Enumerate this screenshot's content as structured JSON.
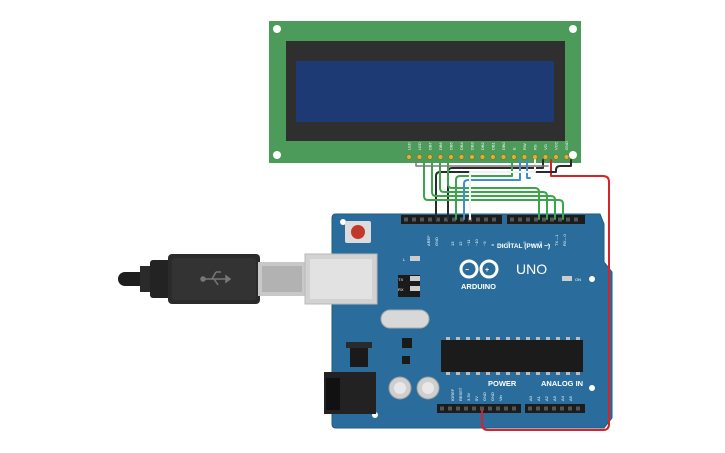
{
  "lcd": {
    "pin_labels": [
      "LED",
      "LED",
      "DB7",
      "DB6",
      "DB5",
      "DB4",
      "DB3",
      "DB2",
      "DB1",
      "DB0",
      "E",
      "RW",
      "RS",
      "VO",
      "VCC",
      "GND"
    ]
  },
  "arduino": {
    "brand": "ARDUINO",
    "model": "UNO",
    "digital_label": "DIGITAL (PWM ~)",
    "aref_label": "AREF",
    "gnd_label": "GND",
    "digital_pins": [
      "13",
      "12",
      "~11",
      "~10",
      "~9",
      "8",
      "7",
      "~6",
      "~5",
      "4",
      "~3",
      "2",
      "TX→1",
      "RX←0"
    ],
    "led_l": "L",
    "led_tx": "TX",
    "led_rx": "RX",
    "on_label": "ON",
    "power_label": "POWER",
    "analog_label": "ANALOG IN",
    "power_pins": [
      "IOREF",
      "RESET",
      "3.3V",
      "5V",
      "GND",
      "GND",
      "Vin"
    ],
    "analog_pins": [
      "A0",
      "A1",
      "A2",
      "A3",
      "A4",
      "A5"
    ]
  },
  "colors": {
    "board": "#2a6d9c",
    "board_edge": "#1f5a85",
    "lcd_pcb": "#4c9b5a",
    "lcd_screen": "#1e3a74",
    "wire_green": "#3aa64a",
    "wire_blue": "#3b8fd4",
    "wire_red": "#d6232a",
    "wire_black": "#2b2b2b",
    "wire_white": "#f2f2f2"
  },
  "icons": [
    "usb-cable-icon",
    "reset-button-icon",
    "arduino-logo-icon",
    "atmega-chip-icon",
    "power-jack-icon"
  ]
}
